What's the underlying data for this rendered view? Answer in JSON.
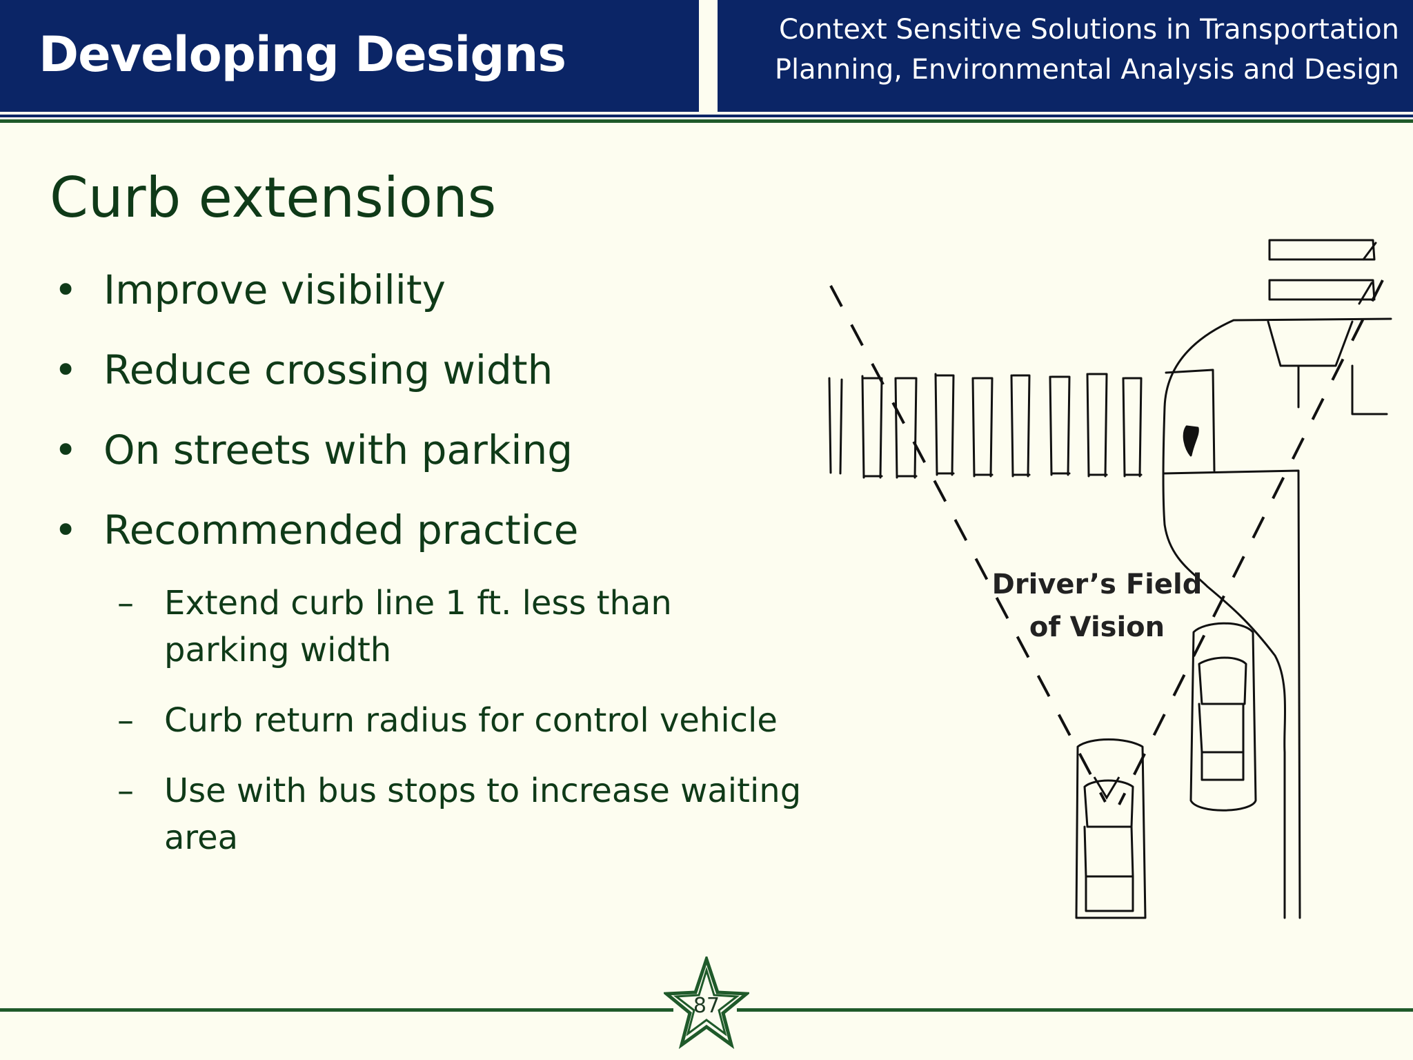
{
  "header": {
    "title": "Developing Designs",
    "subtitle_line1": "Context Sensitive Solutions in Transportation",
    "subtitle_line2": "Planning, Environmental Analysis and Design"
  },
  "slide": {
    "title": "Curb extensions",
    "bullets": [
      "Improve visibility",
      "Reduce crossing width",
      "On streets with parking",
      "Recommended practice"
    ],
    "sub_bullets": [
      "Extend curb line 1 ft. less than parking width",
      "Curb return radius for control vehicle",
      "Use with bus stops to increase waiting area"
    ],
    "bullet_glyph": "•",
    "sub_bullet_glyph": "–"
  },
  "diagram": {
    "label_line1": "Driver’s Field",
    "label_line2": "of Vision"
  },
  "footer": {
    "page_number": "87",
    "emblem_icon": "star-icon"
  },
  "colors": {
    "header_bg": "#0b2566",
    "text_green": "#0f3a18",
    "rule_green": "#1f5a2a",
    "slide_bg": "#fdfdf0"
  }
}
